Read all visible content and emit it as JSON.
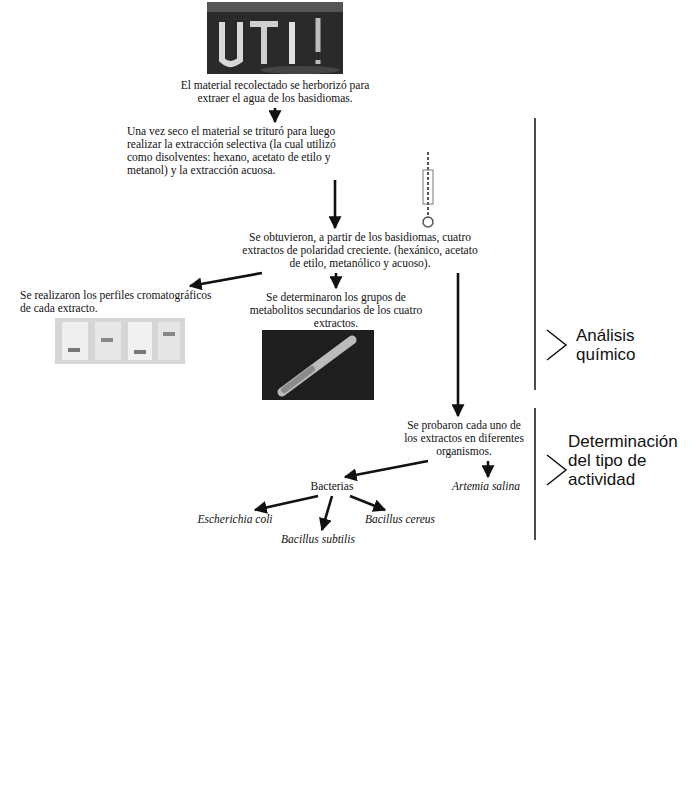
{
  "diagram": {
    "nodes": [
      {
        "text": [
          "El material recolectado se herborizó para extraer el agua de los basidiomas."
        ]
      },
      {
        "text": [
          "Una vez seco el material se trituró para luego realizar la extracción selectiva (la cual utilizó como disolventes: hexano, acetato de etilo y metanol) y la extracción acuosa."
        ]
      },
      {
        "text": [
          "Se obtuvieron, a partir de los basidiomas, cuatro extractos de polaridad creciente. (hexánico, acetato de etilo, metanólico y acuoso)."
        ]
      },
      {
        "text": [
          "Se realizaron los perfiles cromatográficos de cada extracto."
        ]
      },
      {
        "text": [
          "Se determinaron los grupos de metabolitos secundarios de los cuatro extractos."
        ]
      },
      {
        "text": [
          "Se probaron cada uno de los extractos en diferentes organismos."
        ]
      },
      {
        "text": [
          "Bacterias"
        ]
      },
      {
        "text": [
          "Artemia salina"
        ]
      },
      {
        "text": [
          "Escherichia coli"
        ]
      },
      {
        "text": [
          "Bacillus subtilis"
        ]
      },
      {
        "text": [
          "Bacillus cereus"
        ]
      }
    ],
    "edges": [
      {
        "from": 0,
        "to": 1,
        "arrow": "to"
      },
      {
        "from": 1,
        "to": 2,
        "arrow": "to"
      },
      {
        "from": 2,
        "to": 3,
        "arrow": "to"
      },
      {
        "from": 2,
        "to": 4,
        "arrow": "to"
      },
      {
        "from": 2,
        "to": 5,
        "arrow": "to"
      },
      {
        "from": 5,
        "to": 6,
        "arrow": "to"
      },
      {
        "from": 5,
        "to": 7,
        "arrow": "to"
      },
      {
        "from": 6,
        "to": 8,
        "arrow": "to"
      },
      {
        "from": 6,
        "to": 9,
        "arrow": "to"
      },
      {
        "from": 6,
        "to": 10,
        "arrow": "to"
      }
    ],
    "labels": [
      "Análisis químico",
      "Determinación del tipo de actividad"
    ]
  }
}
